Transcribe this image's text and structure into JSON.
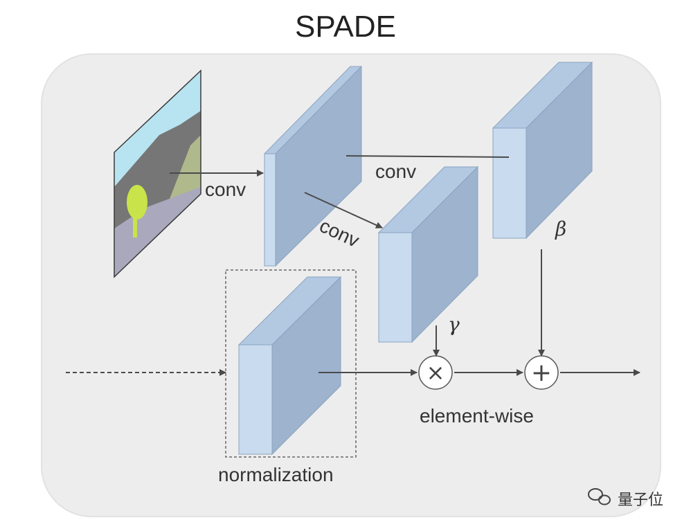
{
  "title": "SPADE",
  "labels": {
    "conv_input": "conv",
    "conv_beta": "conv",
    "conv_gamma": "conv",
    "gamma": "γ",
    "beta": "β",
    "normalization": "normalization",
    "element_wise": "element-wise"
  },
  "operators": {
    "multiply": "×",
    "add": "+"
  },
  "watermark": "量子位",
  "colors": {
    "panel": "#ededed",
    "block_front": "#c9dbee",
    "block_top": "#b3c9e2",
    "block_side": "#9eb3cd",
    "arrow": "#4a4a4a",
    "sky": "#b7e4f0",
    "road": "#a9a8bd",
    "mountain": "#767676",
    "grass": "#b0b98c",
    "tree": "#c9e34a"
  },
  "icons": [
    "wechat-icon"
  ]
}
